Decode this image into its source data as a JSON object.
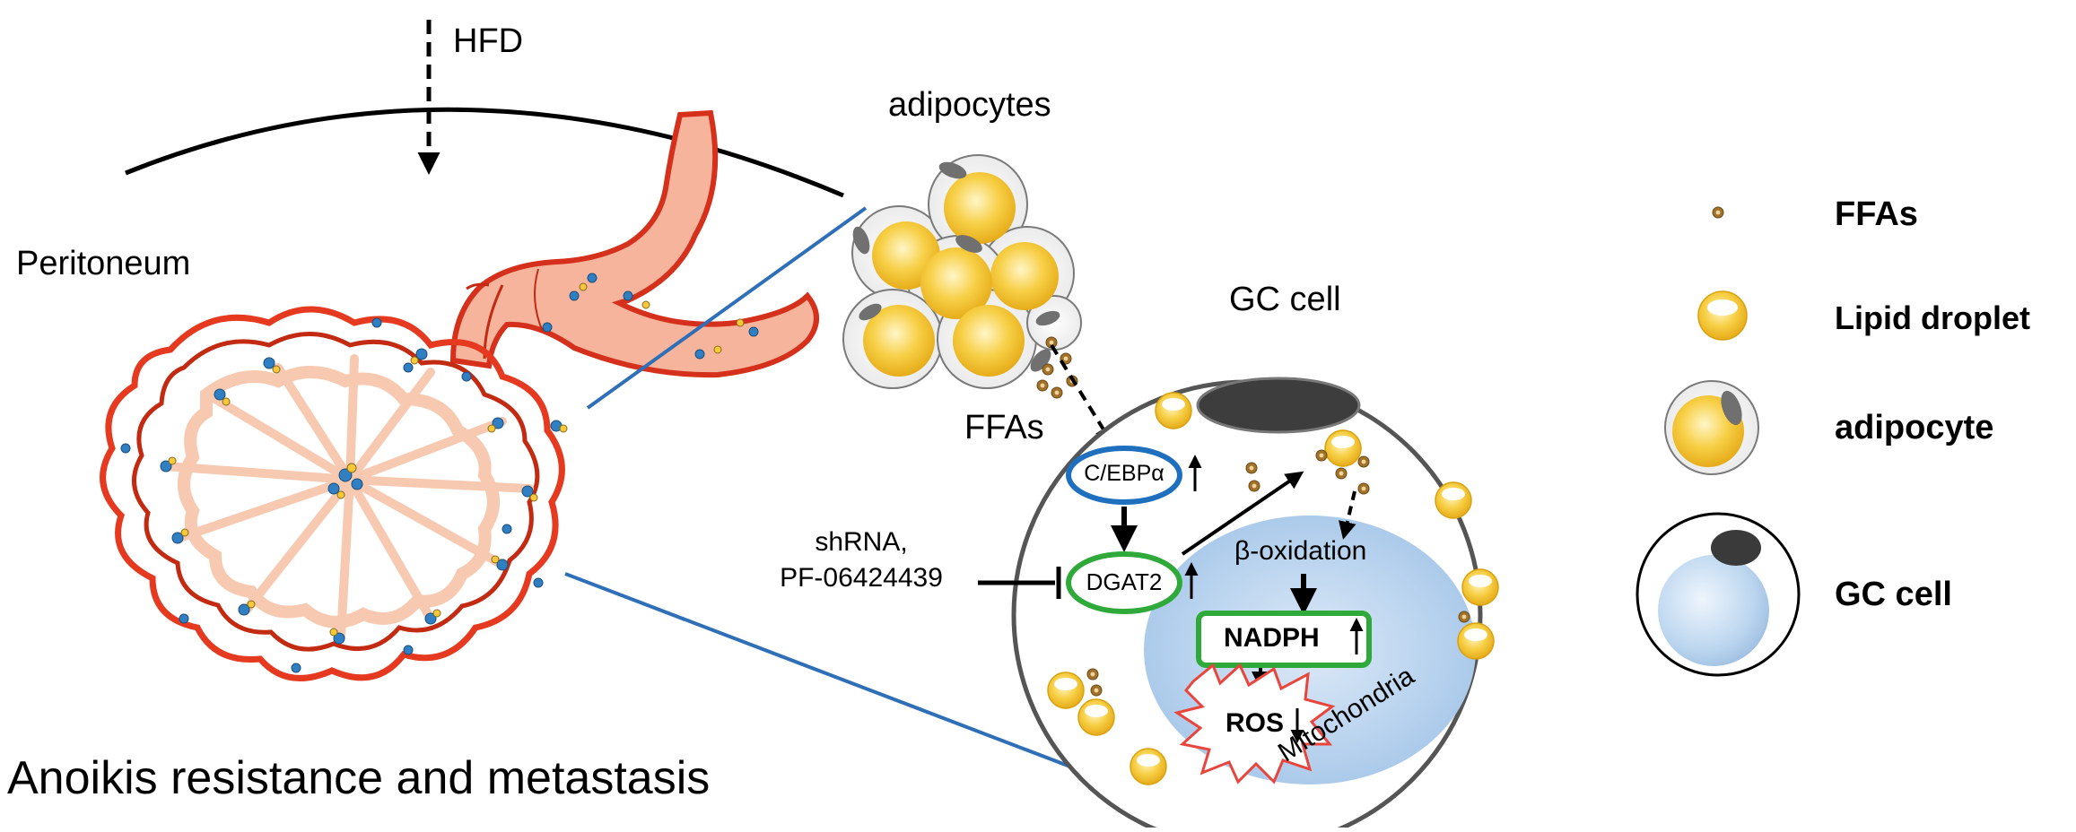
{
  "labels": {
    "hfd": "HFD",
    "peritoneum": "Peritoneum",
    "adipocytes": "adipocytes",
    "gc_cell_title": "GC cell",
    "ffas_inline": "FFAs",
    "cebpa": "C/EBPα",
    "dgat2": "DGAT2",
    "inhibitor_line1": "shRNA,",
    "inhibitor_line2": "PF-06424439",
    "beta_oxidation": "β-oxidation",
    "nadph": "NADPH",
    "ros": "ROS",
    "mitochondria": "Mitochondria",
    "outcome": "Anoikis resistance and metastasis"
  },
  "legend": [
    {
      "key": "ffas",
      "label": "FFAs"
    },
    {
      "key": "lipid-droplet",
      "label": "Lipid droplet"
    },
    {
      "key": "adipocyte",
      "label": "adipocyte"
    },
    {
      "key": "gc-cell",
      "label": "GC cell"
    }
  ],
  "colors": {
    "omentum_red": "#e53a1f",
    "omentum_dark_red": "#c22a12",
    "omentum_fill": "#f6c9b0",
    "stomach_fill": "#f7b49c",
    "lipid_yellow": "#f7c93a",
    "cebpa_blue": "#1f6fbf",
    "dgat2_green": "#2faa3a",
    "mito_blue": "#bcd6ef",
    "connector_blue": "#2f6fb8",
    "ffa_brown": "#9a6b2a",
    "ros_red": "#e8453c"
  }
}
